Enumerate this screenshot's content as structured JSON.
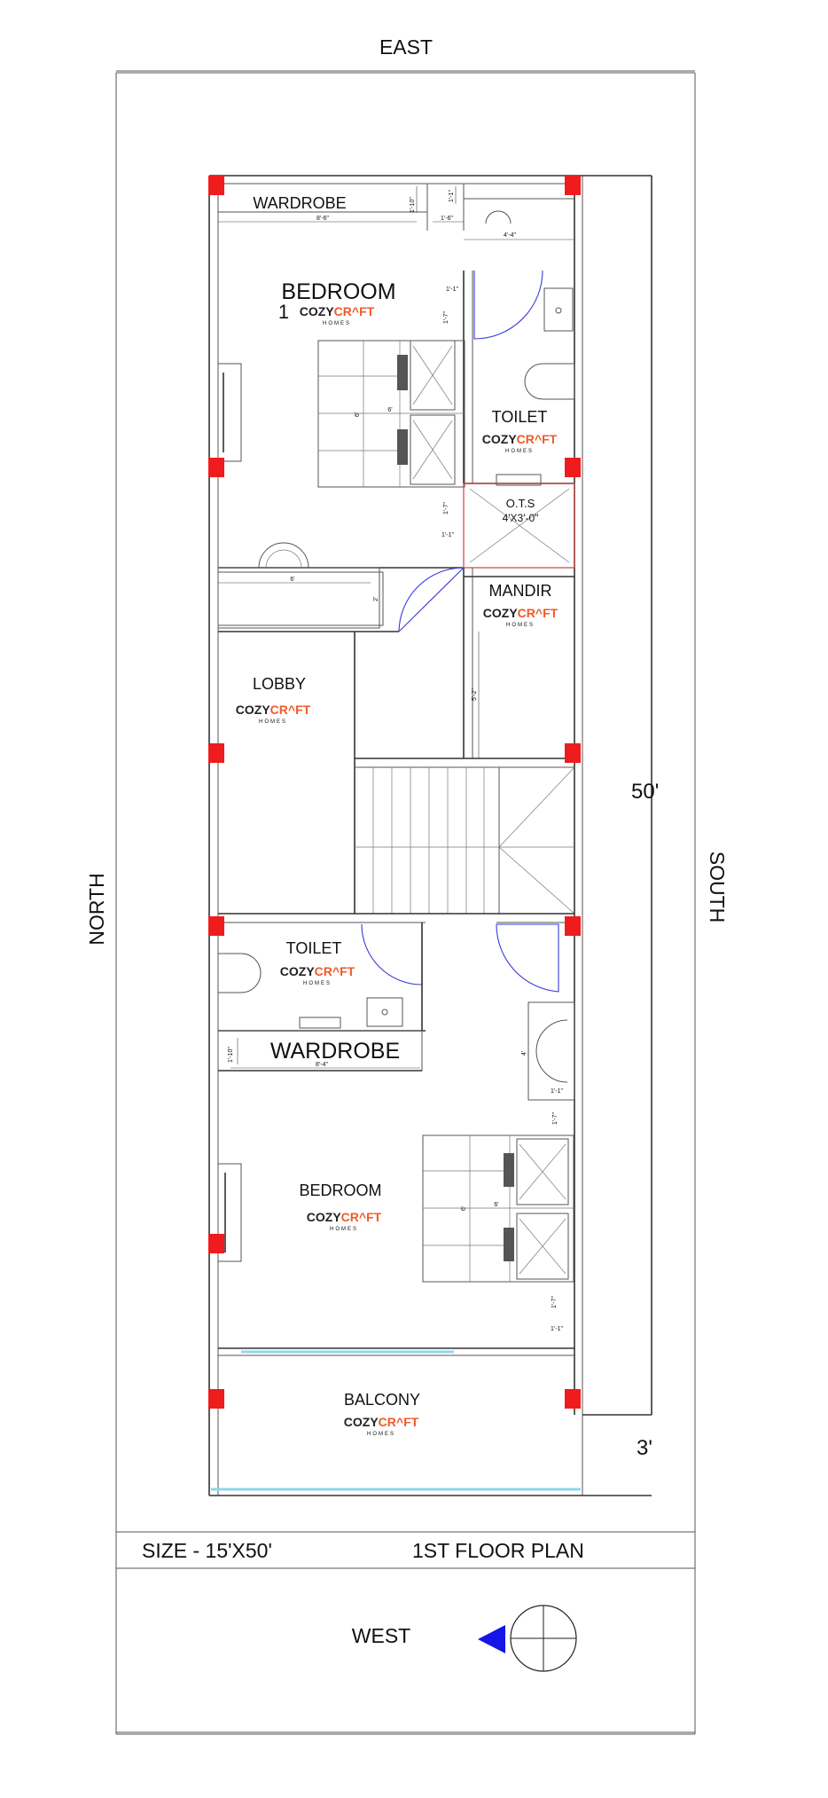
{
  "directions": {
    "top": "EAST",
    "bottom": "WEST",
    "left": "NORTH",
    "right": "SOUTH"
  },
  "dimensions": {
    "length": "50'",
    "setback": "3'"
  },
  "brand": {
    "part1": "COZY",
    "part2": "CR",
    "part3": "FT",
    "sub": "HOMES",
    "color_dark": "#222222",
    "color_accent": "#ef5a28"
  },
  "rooms": {
    "wardrobe_top": "WARDROBE",
    "bedroom1": "BEDROOM",
    "bedroom1_num": "1",
    "toilet1": "TOILET",
    "ots": "O.T.S",
    "ots_size": "4'X3'-0\"",
    "mandir": "MANDIR",
    "lobby": "LOBBY",
    "toilet2": "TOILET",
    "wardrobe2": "WARDROBE",
    "bedroom2": "BEDROOM",
    "balcony": "BALCONY"
  },
  "footer": {
    "size": "SIZE - 15'X50'",
    "plan": "1ST FLOOR PLAN"
  },
  "dim_labels": {
    "w_top_len": "8'-6\"",
    "w_top_depth": "1'-10\"",
    "a": "1'-1\"",
    "b": "1'-6\"",
    "c": "4'-4\"",
    "d": "1'-1\"",
    "e": "1'-7\"",
    "bed1_w": "6'",
    "bed1_l": "6'",
    "f": "1'-7\"",
    "g": "1'-1\"",
    "desk_len": "6'",
    "desk_depth": "2'",
    "stair_gap": "5'-2\"",
    "w2_depth": "1'-10\"",
    "w2_len": "8'-4\"",
    "h": "4'",
    "i": "1'-1\"",
    "j": "1'-7\"",
    "bed2_w": "6'",
    "bed2_l": "6'",
    "k": "1'-7\"",
    "l": "1'-1\""
  },
  "colors": {
    "column": "#ee1c1c",
    "arrow": "#1515e6",
    "glass": "#8fd7e8"
  }
}
